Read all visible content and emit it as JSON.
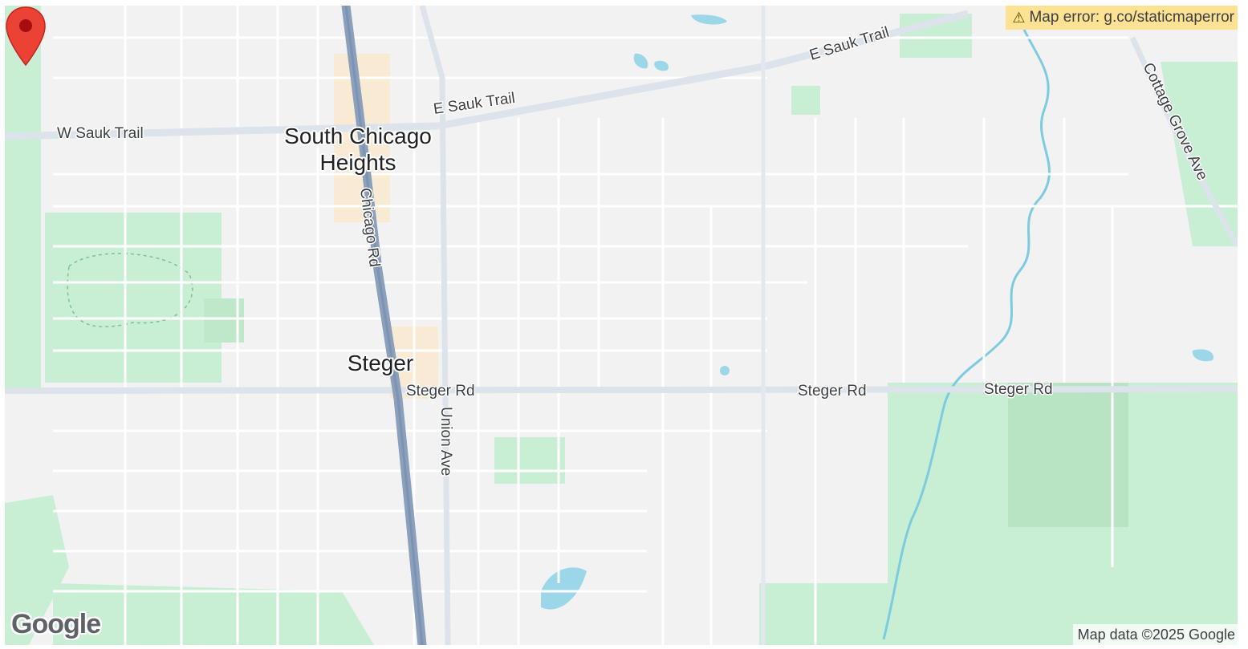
{
  "map": {
    "error_text": "Map error: g.co/staticmaperror",
    "error_icon": "warning-icon",
    "attribution": "Map data ©2025 Google",
    "logo": "Google",
    "marker_icon": "map-pin-icon",
    "marker_color": "#ea4335",
    "colors": {
      "land": "#f2f2f2",
      "park": "#c8efd4",
      "water": "#9bd7e8",
      "road": "#ffffff",
      "highway": "#8aa0bd",
      "urban": "#f8ead3"
    }
  },
  "labels": {
    "cities": {
      "south_chicago_line1": "South Chicago",
      "south_chicago_line2": "Heights",
      "steger": "Steger"
    },
    "roads": {
      "w_sauk_trail": "W Sauk Trail",
      "e_sauk_trail_1": "E Sauk Trail",
      "e_sauk_trail_2": "E Sauk Trail",
      "cottage_grove": "Cottage Grove Ave",
      "chicago_rd": "Chicago Rd",
      "steger_rd_1": "Steger Rd",
      "steger_rd_2": "Steger Rd",
      "steger_rd_3": "Steger Rd",
      "union_ave": "Union Ave"
    }
  }
}
